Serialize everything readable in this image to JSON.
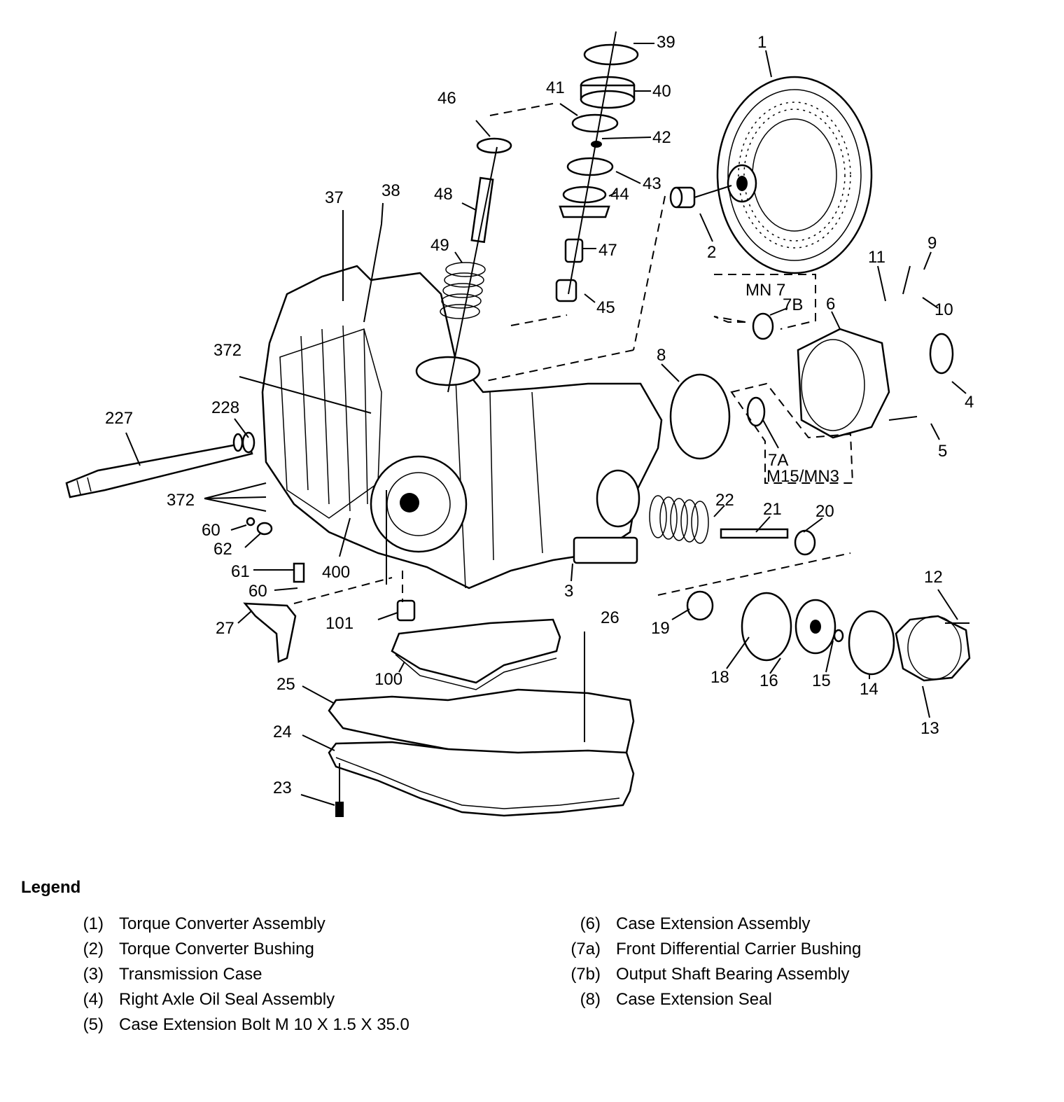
{
  "callouts": [
    {
      "id": "c1",
      "text": "1"
    },
    {
      "id": "c2",
      "text": "2"
    },
    {
      "id": "c3",
      "text": "3"
    },
    {
      "id": "c4",
      "text": "4"
    },
    {
      "id": "c5",
      "text": "5"
    },
    {
      "id": "c6",
      "text": "6"
    },
    {
      "id": "c7A",
      "text": "7A"
    },
    {
      "id": "c7B",
      "text": "7B"
    },
    {
      "id": "c8",
      "text": "8"
    },
    {
      "id": "c9",
      "text": "9"
    },
    {
      "id": "c10",
      "text": "10"
    },
    {
      "id": "c11",
      "text": "11"
    },
    {
      "id": "c12",
      "text": "12"
    },
    {
      "id": "c13",
      "text": "13"
    },
    {
      "id": "c14",
      "text": "14"
    },
    {
      "id": "c15",
      "text": "15"
    },
    {
      "id": "c16",
      "text": "16"
    },
    {
      "id": "c18",
      "text": "18"
    },
    {
      "id": "c19",
      "text": "19"
    },
    {
      "id": "c20",
      "text": "20"
    },
    {
      "id": "c21",
      "text": "21"
    },
    {
      "id": "c22",
      "text": "22"
    },
    {
      "id": "c23",
      "text": "23"
    },
    {
      "id": "c24",
      "text": "24"
    },
    {
      "id": "c25",
      "text": "25"
    },
    {
      "id": "c26",
      "text": "26"
    },
    {
      "id": "c27",
      "text": "27"
    },
    {
      "id": "c37",
      "text": "37"
    },
    {
      "id": "c38",
      "text": "38"
    },
    {
      "id": "c39",
      "text": "39"
    },
    {
      "id": "c40",
      "text": "40"
    },
    {
      "id": "c41",
      "text": "41"
    },
    {
      "id": "c42",
      "text": "42"
    },
    {
      "id": "c43",
      "text": "43"
    },
    {
      "id": "c44",
      "text": "44"
    },
    {
      "id": "c45",
      "text": "45"
    },
    {
      "id": "c46",
      "text": "46"
    },
    {
      "id": "c47",
      "text": "47"
    },
    {
      "id": "c48",
      "text": "48"
    },
    {
      "id": "c49",
      "text": "49"
    },
    {
      "id": "c60a",
      "text": "60"
    },
    {
      "id": "c60b",
      "text": "60"
    },
    {
      "id": "c61",
      "text": "61"
    },
    {
      "id": "c62",
      "text": "62"
    },
    {
      "id": "c100",
      "text": "100"
    },
    {
      "id": "c101",
      "text": "101"
    },
    {
      "id": "c227",
      "text": "227"
    },
    {
      "id": "c228",
      "text": "228"
    },
    {
      "id": "c372a",
      "text": "372"
    },
    {
      "id": "c372b",
      "text": "372"
    },
    {
      "id": "c400",
      "text": "400"
    }
  ],
  "option_labels": {
    "mn7": "MN 7",
    "m15_mn3": "M15/MN3"
  },
  "legend": {
    "title": "Legend",
    "left": [
      {
        "code": "(1)",
        "text": "Torque Converter Assembly"
      },
      {
        "code": "(2)",
        "text": "Torque Converter Bushing"
      },
      {
        "code": "(3)",
        "text": "Transmission Case"
      },
      {
        "code": "(4)",
        "text": "Right Axle Oil Seal Assembly"
      },
      {
        "code": "(5)",
        "text": "Case Extension Bolt M 10 X 1.5 X 35.0"
      }
    ],
    "right": [
      {
        "code": "(6)",
        "text": "Case Extension Assembly"
      },
      {
        "code": "(7a)",
        "text": "Front Differential Carrier Bushing"
      },
      {
        "code": "(7b)",
        "text": "Output Shaft Bearing Assembly"
      },
      {
        "code": "(8)",
        "text": "Case Extension Seal"
      }
    ]
  }
}
